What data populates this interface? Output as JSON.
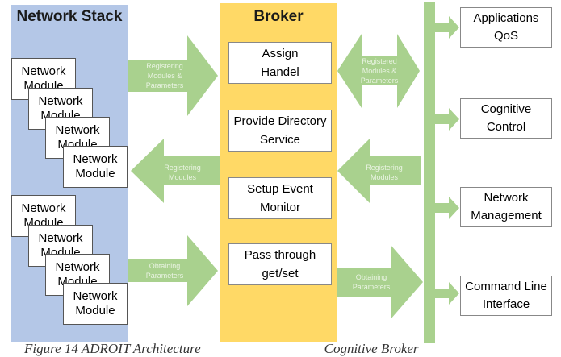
{
  "network_stack": {
    "title": "Network Stack",
    "module_label": "Network\nModule"
  },
  "broker": {
    "title": "Broker",
    "functions": [
      "Assign\nHandel",
      "Provide Directory\nService",
      "Setup Event\nMonitor",
      "Pass through\nget/set"
    ]
  },
  "applications": [
    "Applications\nQoS",
    "Cognitive\nControl",
    "Network\nManagement",
    "Command Line\nInterface"
  ],
  "arrow_labels": {
    "stack_to_broker_top": "Registering\nModules &\nParameters",
    "broker_to_stack_middle": "Registering\nModules",
    "stack_to_broker_bottom": "Obtaining\nParameters",
    "broker_to_bus_top": "Registered\nModules &\nParameters",
    "bus_to_broker_middle": "Registering\nModules",
    "broker_to_bus_bottom": "Obtaining\nParameters"
  },
  "caption": "Figure 14 ADROIT Architecture                                    Cognitive Broker",
  "colors": {
    "stack_bg": "#b4c7e7",
    "broker_bg": "#ffd966",
    "arrow_green": "#a9d18e"
  }
}
